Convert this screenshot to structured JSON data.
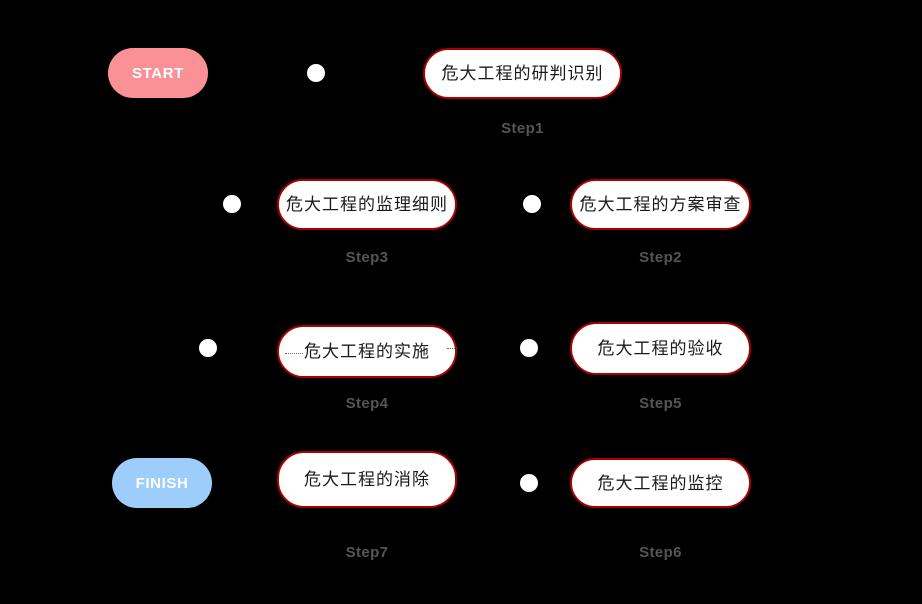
{
  "diagram": {
    "background_color": "#000000",
    "node_border_color": "#aa0000",
    "node_fill_color": "#ffffff",
    "caption_color": "#555555",
    "dot_color": "#ffffff",
    "start_color": "#fa9196",
    "finish_color": "#9ccdfb"
  },
  "terminals": {
    "start_label": "START",
    "finish_label": "FINISH"
  },
  "steps": [
    {
      "id": "step1",
      "text": "危大工程的研判识别",
      "caption": "Step1"
    },
    {
      "id": "step2",
      "text": "危大工程的方案审查",
      "caption": "Step2"
    },
    {
      "id": "step3",
      "text": "危大工程的监理细则",
      "caption": "Step3"
    },
    {
      "id": "step4",
      "text": "危大工程的实施",
      "caption": "Step4"
    },
    {
      "id": "step5",
      "text": "危大工程的验收",
      "caption": "Step5"
    },
    {
      "id": "step6",
      "text": "危大工程的监控",
      "caption": "Step6"
    },
    {
      "id": "step7",
      "text": "危大工程的消除",
      "caption": "Step7"
    }
  ]
}
